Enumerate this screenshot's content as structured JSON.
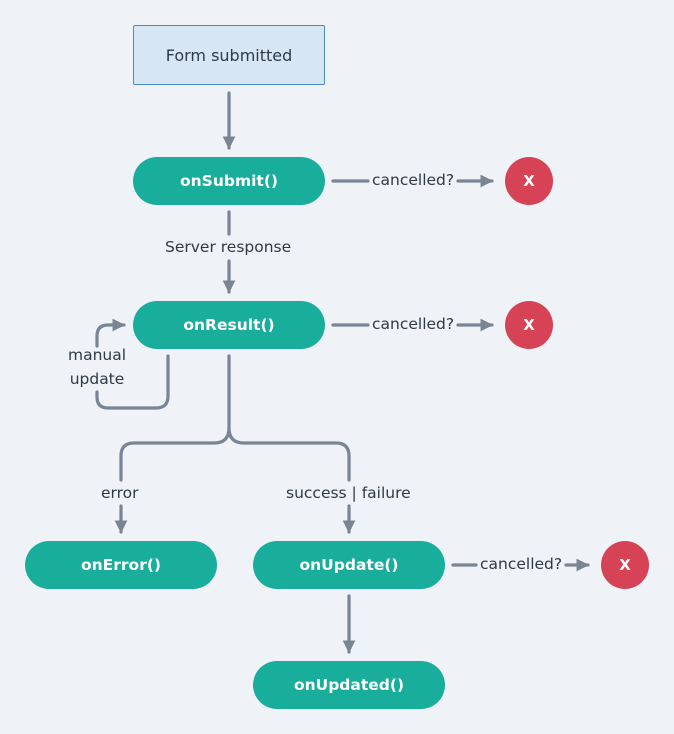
{
  "diagram": {
    "start": "Form submitted",
    "nodes": {
      "on_submit": "onSubmit()",
      "on_result": "onResult()",
      "on_error": "onError()",
      "on_update": "onUpdate()",
      "on_updated": "onUpdated()"
    },
    "cancel_marker": "X",
    "edge_labels": {
      "cancelled": "cancelled?",
      "server_response": "Server response",
      "manual_update_line1": "manual",
      "manual_update_line2": "update",
      "error": "error",
      "success_failure": "success | failure"
    },
    "colors": {
      "node_fill": "#19ad9b",
      "cancel_fill": "#d64256",
      "start_fill": "#d7e6f5",
      "start_border": "#4a8bd0",
      "edge": "#7a8594",
      "background": "#eff2f6"
    }
  }
}
